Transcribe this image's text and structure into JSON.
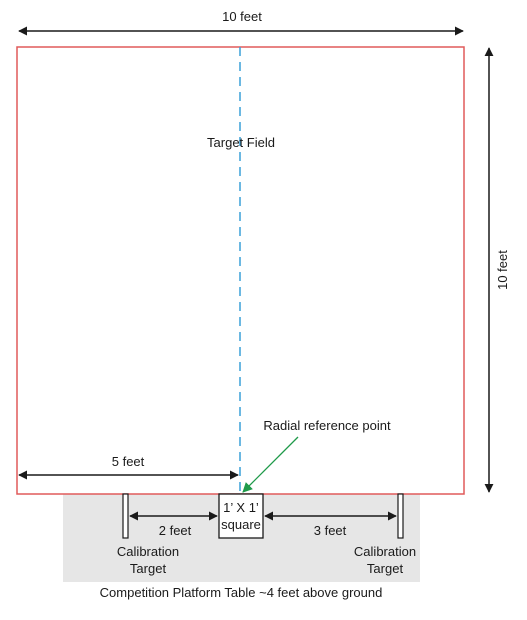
{
  "diagram": {
    "top_width_label": "10 feet",
    "right_height_label": "10 feet",
    "target_field_label": "Target Field",
    "radial_reference_label": "Radial reference point",
    "five_feet_label": "5 feet",
    "two_feet_label": "2 feet",
    "three_feet_label": "3 feet",
    "square_label_line1": "1’ X 1’",
    "square_label_line2": "square",
    "calibration_left_line1": "Calibration",
    "calibration_left_line2": "Target",
    "calibration_right_line1": "Calibration",
    "calibration_right_line2": "Target",
    "platform_caption": "Competition Platform Table ~4 feet above ground"
  },
  "colors": {
    "field_border": "#e05a5a",
    "center_line": "#3aa0d8",
    "pointer_arrow": "#1f9a4a",
    "platform": "#e6e6e6",
    "ink": "#1a1a1a"
  }
}
